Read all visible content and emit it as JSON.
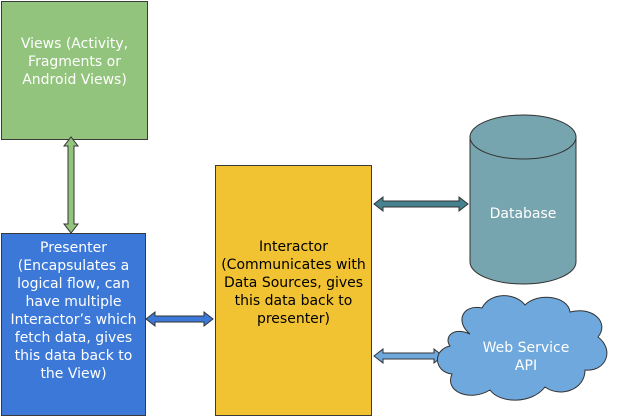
{
  "views": {
    "label": "Views (Activity,\nFragments or\nAndroid Views)"
  },
  "presenter": {
    "label": "Presenter\n(Encapsulates a\nlogical flow, can\nhave multiple\nInteractor’s which\nfetch data, gives\nthis data back to\nthe View)"
  },
  "interactor": {
    "label": "Interactor\n(Communicates with\nData Sources, gives\nthis data back to\npresenter)"
  },
  "database": {
    "label": "Database"
  },
  "web_service": {
    "line1": "Web Service",
    "line2": "API"
  },
  "colors": {
    "views": "#93c47d",
    "presenter": "#3c78d8",
    "interactor": "#f1c232",
    "database": "#76a5af",
    "web_service": "#6fa8dc",
    "arrow_green": "#93c47d",
    "arrow_blue": "#3c78d8",
    "arrow_teal": "#45818e",
    "arrow_lightblue": "#6fa8dc"
  }
}
